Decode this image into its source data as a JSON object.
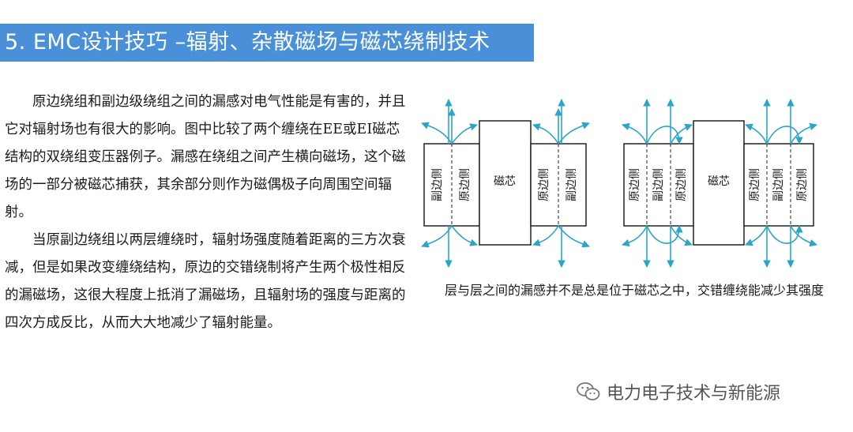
{
  "header": {
    "title": "5. EMC设计技巧 –辐射、杂散磁场与磁芯绕制技术"
  },
  "body": {
    "paragraph1": "原边绕组和副边级绕组之间的漏感对电气性能是有害的，并且它对辐射场也有很大的影响。图中比较了两个缠绕在EE或EI磁芯结构的双绕组变压器例子。漏感在绕组之间产生横向磁场，这个磁场的一部分被磁芯捕获，其余部分则作为磁偶极子向周围空间辐射。",
    "paragraph2": "当原副边绕组以两层缠绕时，辐射场强度随着距离的三方次衰减，但是如果改变缠绕结构，原边的交错绕制将产生两个极性相反的漏磁场，这很大程度上抵消了漏磁场，且辐射场的强度与距离的四次方成反比，从而大大地减少了辐射能量。"
  },
  "diagram": {
    "left": {
      "core_label": "磁芯",
      "windings_left": [
        "副边侧",
        "原边侧"
      ],
      "windings_right": [
        "原边侧",
        "副边侧"
      ]
    },
    "right": {
      "core_label": "磁芯",
      "windings_left": [
        "原边侧",
        "副边侧",
        "原边侧"
      ],
      "windings_right": [
        "原边侧",
        "副边侧",
        "原边侧"
      ]
    },
    "arrow_color": "#2aa6c9",
    "caption": "层与层之间的漏感并不是总是位于磁芯之中，交错缠绕能减少其强度"
  },
  "watermark": {
    "text": "电力电子技术与新能源"
  }
}
